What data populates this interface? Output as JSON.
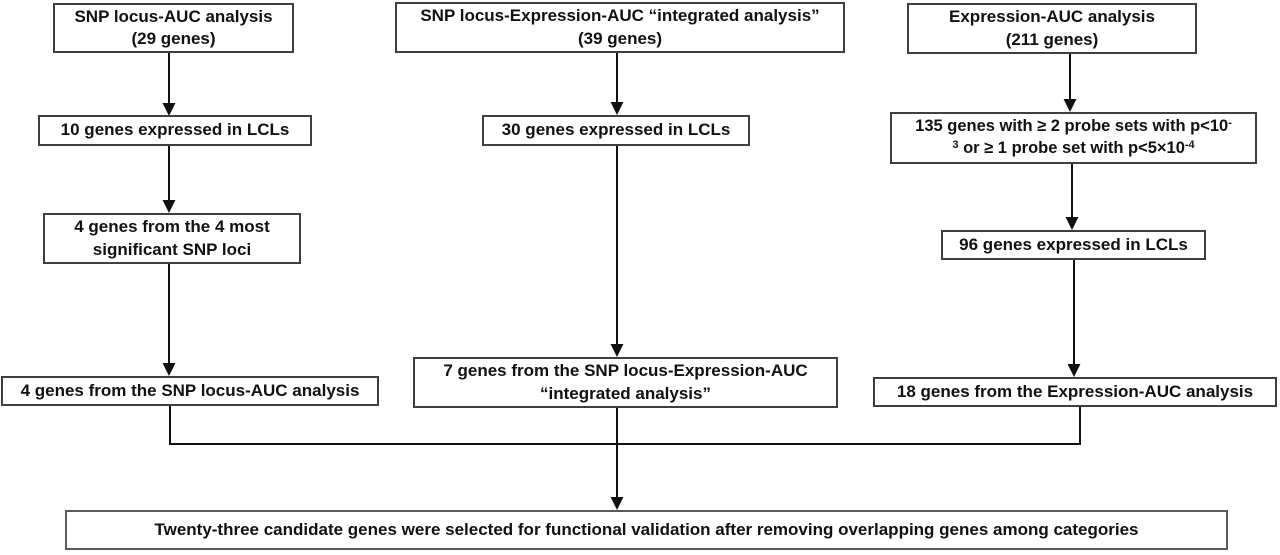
{
  "columns": {
    "snp": {
      "box1": {
        "line1": "SNP locus-AUC analysis",
        "line2": "(29 genes)"
      },
      "box2": {
        "text": "10 genes expressed in LCLs"
      },
      "box3": {
        "line1": "4 genes from the 4 most",
        "line2": "significant SNP loci"
      },
      "box4": {
        "text": "4 genes from the SNP locus-AUC analysis"
      }
    },
    "integrated": {
      "box1": {
        "line1": "SNP locus-Expression-AUC “integrated analysis”",
        "line2": "(39 genes)"
      },
      "box2": {
        "text": "30 genes expressed in LCLs"
      },
      "box3": {
        "line1": "7 genes from the SNP locus-Expression-AUC",
        "line2": "“integrated analysis”"
      }
    },
    "expression": {
      "box1": {
        "line1": "Expression-AUC analysis",
        "line2": "(211 genes)"
      },
      "box2": {
        "line1_main": "135 genes with ≥ 2 probe sets with p<10",
        "line1_sup": "-",
        "line2_sup": "3",
        "line2_main": " or ≥ 1 probe set with p<5×10",
        "line2_sup2": "-4"
      },
      "box3": {
        "text": "96 genes expressed in LCLs"
      },
      "box4": {
        "text": "18 genes from the Expression-AUC analysis"
      }
    }
  },
  "final_box": {
    "text": "Twenty-three candidate genes were selected for functional validation after removing overlapping genes among categories"
  },
  "colors": {
    "box_border": "#3f3f3f",
    "final_box_border": "#5a5a5a",
    "line": "#111111",
    "text": "#111111",
    "background": "#ffffff"
  }
}
